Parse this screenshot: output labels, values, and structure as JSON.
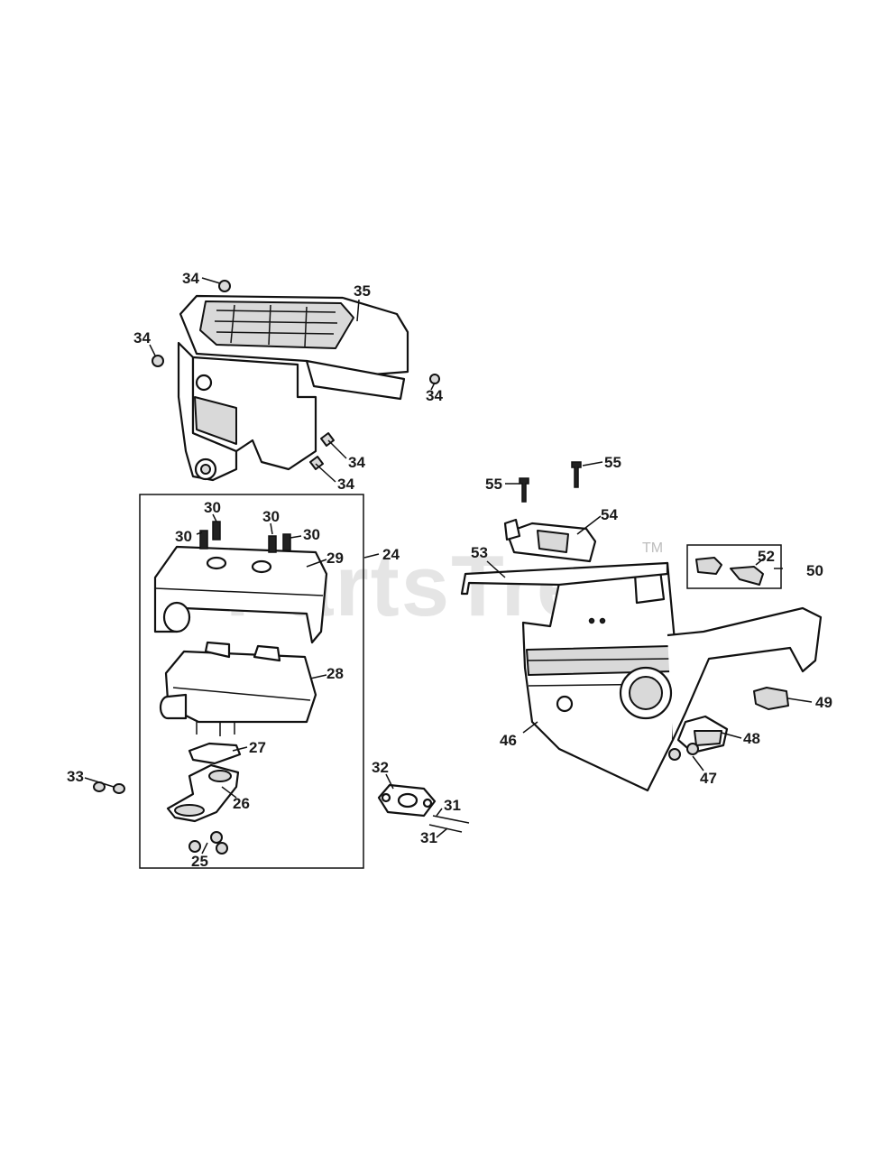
{
  "watermark": {
    "text": "PartsTree",
    "mark": "TM"
  },
  "callouts": {
    "c24": "24",
    "c25": "25",
    "c26": "26",
    "c27": "27",
    "c28": "28",
    "c29": "29",
    "c30a": "30",
    "c30b": "30",
    "c30c": "30",
    "c30d": "30",
    "c31a": "31",
    "c31b": "31",
    "c32": "32",
    "c33": "33",
    "c34a": "34",
    "c34b": "34",
    "c34c": "34",
    "c34d": "34",
    "c34e": "34",
    "c35": "35",
    "c46": "46",
    "c47": "47",
    "c48": "48",
    "c49": "49",
    "c50": "50",
    "c52": "52",
    "c53": "53",
    "c54": "54",
    "c55a": "55",
    "c55b": "55"
  }
}
